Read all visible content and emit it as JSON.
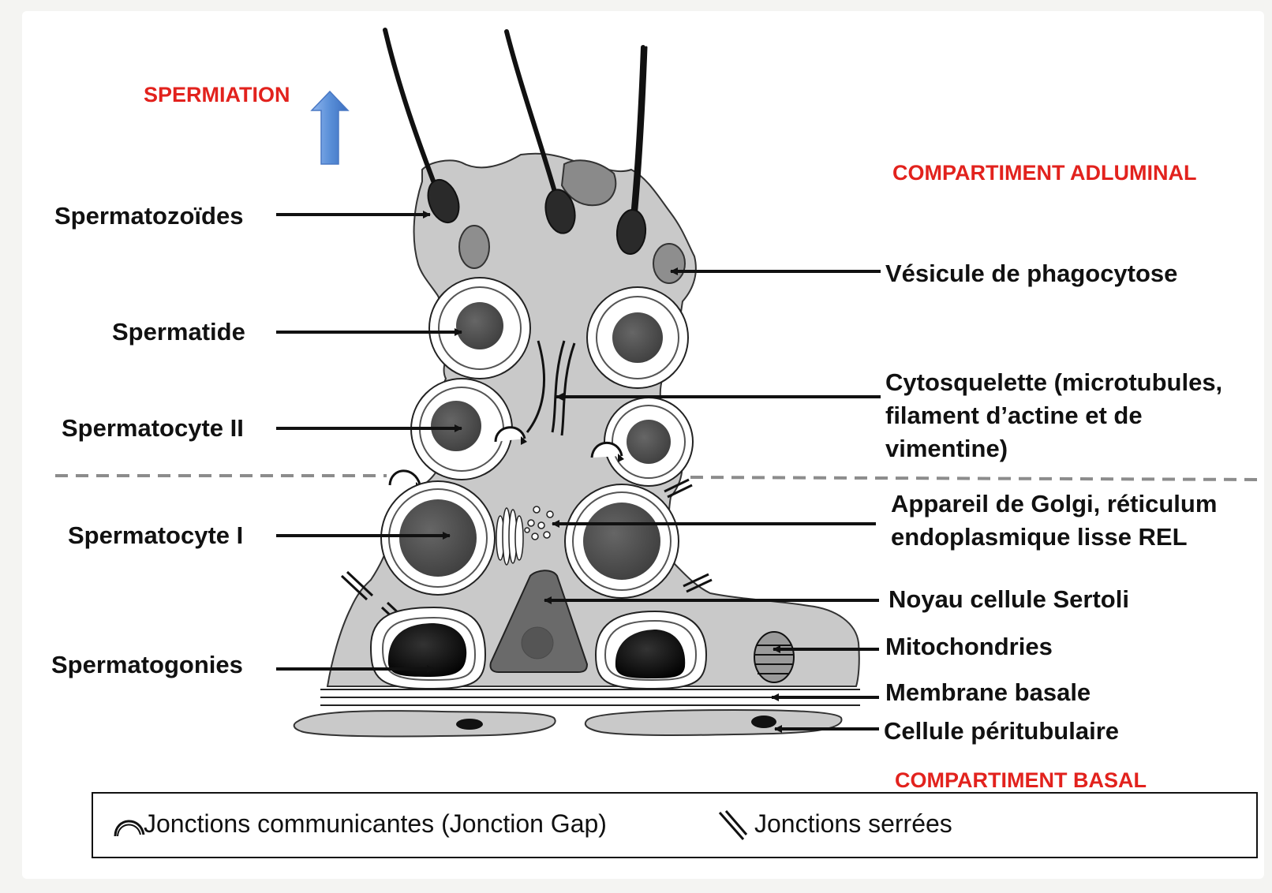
{
  "title_arrow_label": "SPERMIATION",
  "compartments": {
    "adluminal": "COMPARTIMENT ADLUMINAL",
    "basal": "COMPARTIMENT BASAL"
  },
  "left_labels": {
    "spermatozoides": "Spermatozoïdes",
    "spermatide": "Spermatide",
    "spermatocyte2": "Spermatocyte II",
    "spermatocyte1": "Spermatocyte I",
    "spermatogonies": "Spermatogonies"
  },
  "right_labels": {
    "vesicule": "Vésicule de phagocytose",
    "cytosquelette_1": "Cytosquelette (microtubules,",
    "cytosquelette_2": "filament d’actine et de",
    "cytosquelette_3": "vimentine)",
    "golgi_1": "Appareil de Golgi, réticulum",
    "golgi_2": "endoplasmique lisse REL",
    "noyau": "Noyau cellule Sertoli",
    "mitochondries": "Mitochondries",
    "membrane": "Membrane basale",
    "peritubulaire": "Cellule péritubulaire"
  },
  "legend": {
    "gap": "Jonctions communicantes (Jonction Gap)",
    "tight": "Jonctions serrées",
    "gap_icon": "gap-junction-arc-icon",
    "tight_icon": "tight-junction-lines-icon"
  },
  "colors": {
    "label_red": "#e2221d",
    "cell_gray": "#c9c9c9",
    "arrow_blue": "#5a8fd8"
  }
}
